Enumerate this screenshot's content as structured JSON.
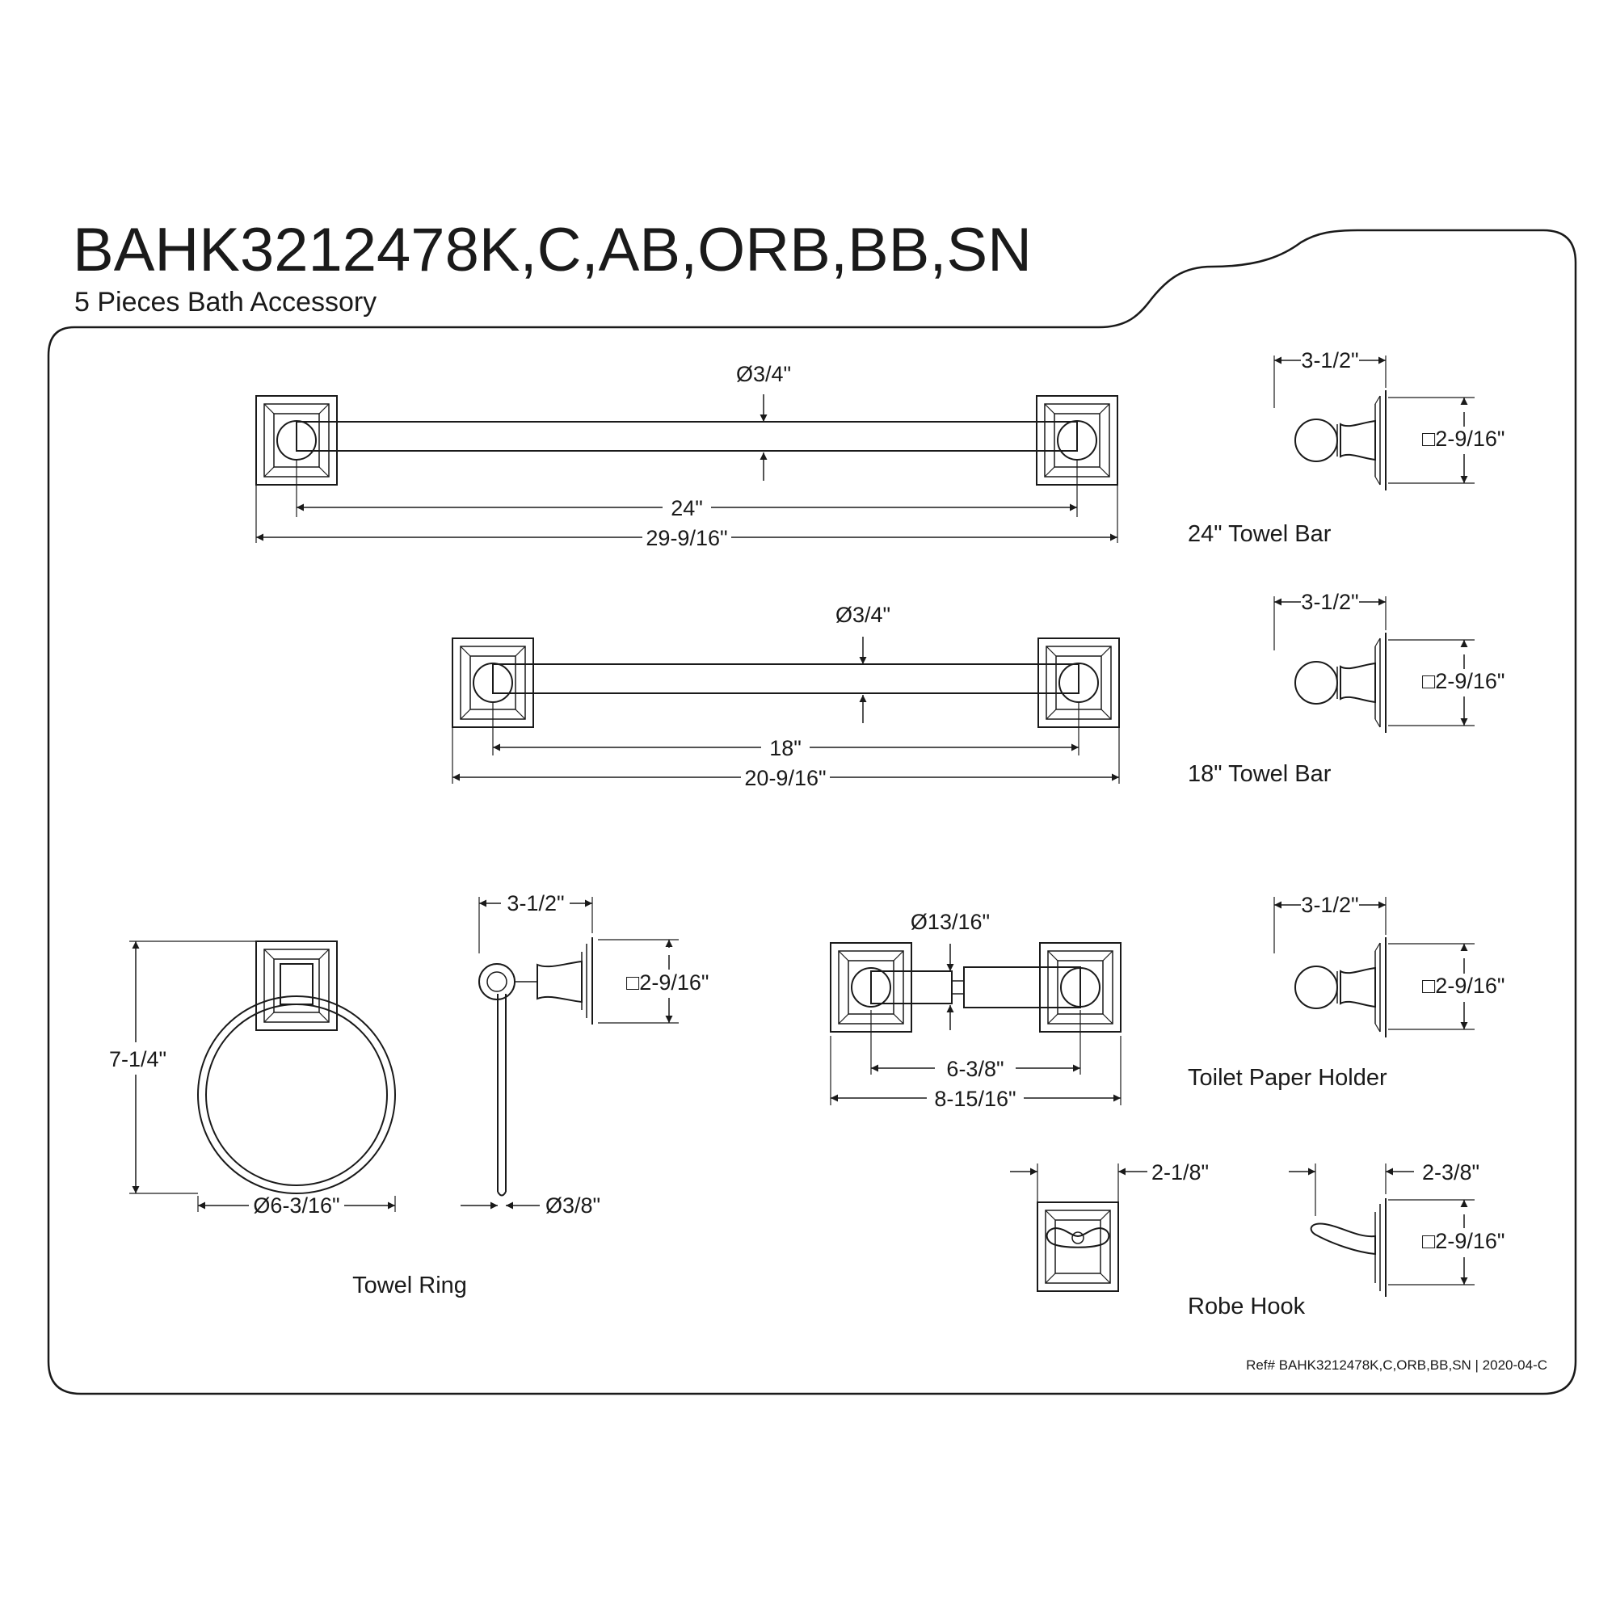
{
  "sheet": {
    "title": "BAHK3212478K,C,AB,ORB,BB,SN",
    "subtitle": "5 Pieces Bath Accessory",
    "reference": "Ref# BAHK3212478K,C,ORB,BB,SN | 2020-04-C"
  },
  "items": {
    "towel_bar_24": {
      "caption": "24\" Towel Bar",
      "bar_dia": "Ø3/4\"",
      "bar_len": "24\"",
      "overall_len": "29-9/16\"",
      "projection": "3-1/2\"",
      "plate": "□2-9/16\""
    },
    "towel_bar_18": {
      "caption": "18\" Towel Bar",
      "bar_dia": "Ø3/4\"",
      "bar_len": "18\"",
      "overall_len": "20-9/16\"",
      "projection": "3-1/2\"",
      "plate": "□2-9/16\""
    },
    "towel_ring": {
      "caption": "Towel Ring",
      "height": "7-1/4\"",
      "ring_dia": "Ø6-3/16\"",
      "projection": "3-1/2\"",
      "plate": "□2-9/16\"",
      "rod_dia": "Ø3/8\""
    },
    "toilet_paper_holder": {
      "caption": "Toilet Paper Holder",
      "rod_dia": "Ø13/16\"",
      "inner_len": "6-3/8\"",
      "overall_len": "8-15/16\"",
      "projection": "3-1/2\"",
      "plate": "□2-9/16\""
    },
    "robe_hook": {
      "caption": "Robe Hook",
      "width": "2-1/8\"",
      "projection": "2-3/8\"",
      "plate": "□2-9/16\""
    }
  }
}
